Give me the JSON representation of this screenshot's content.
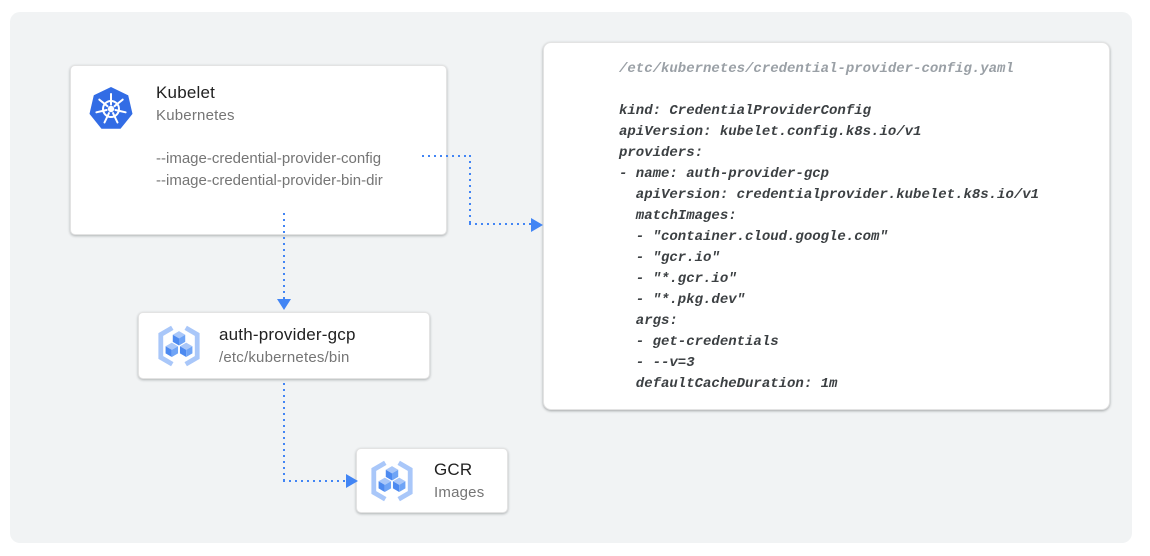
{
  "canvas": {
    "background": "#F1F3F4"
  },
  "colors": {
    "arrow_blue": "#4285F4",
    "kubernetes_blue": "#326CE5",
    "gcr_bracket_blue": "#A9C7F9",
    "gcr_cube_left": "#4D8AF0",
    "gcr_cube_right": "#6FA4F6",
    "gcr_cube_top": "#A9C7F9",
    "card_title": "#212121",
    "muted_text": "#757575",
    "code_text": "#3C4043",
    "code_path_text": "#9AA0A6"
  },
  "kubelet_card": {
    "icon": "kubernetes-icon",
    "title": "Kubelet",
    "subtitle": "Kubernetes",
    "flags": [
      "--image-credential-provider-config",
      "--image-credential-provider-bin-dir"
    ]
  },
  "auth_provider_card": {
    "icon": "gcr-icon",
    "title": "auth-provider-gcp",
    "subtitle": "/etc/kubernetes/bin"
  },
  "gcr_card": {
    "icon": "gcr-icon",
    "title": "GCR",
    "subtitle": "Images"
  },
  "config_panel": {
    "path": "/etc/kubernetes/credential-provider-config.yaml",
    "lines": [
      "kind: CredentialProviderConfig",
      "apiVersion: kubelet.config.k8s.io/v1",
      "providers:",
      "- name: auth-provider-gcp",
      "  apiVersion: credentialprovider.kubelet.k8s.io/v1",
      "  matchImages:",
      "  - \"container.cloud.google.com\"",
      "  - \"gcr.io\"",
      "  - \"*.gcr.io\"",
      "  - \"*.pkg.dev\"",
      "  args:",
      "  - get-credentials",
      "  - --v=3",
      "  defaultCacheDuration: 1m"
    ]
  }
}
